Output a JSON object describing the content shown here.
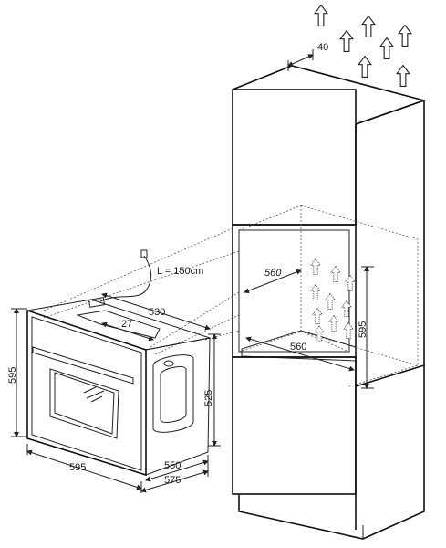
{
  "cable": {
    "label": "L = 150cm"
  },
  "oven": {
    "width_front": "595",
    "height_front": "595",
    "depth_top": "530",
    "panel_depth": "27",
    "body_height": "525",
    "depth_550": "550",
    "depth_575": "575"
  },
  "cabinet": {
    "top_gap": "40",
    "niche_depth": "560",
    "niche_width": "560",
    "niche_height": "595"
  },
  "icons": {
    "airflow": "arrow-up-outline-icon"
  }
}
